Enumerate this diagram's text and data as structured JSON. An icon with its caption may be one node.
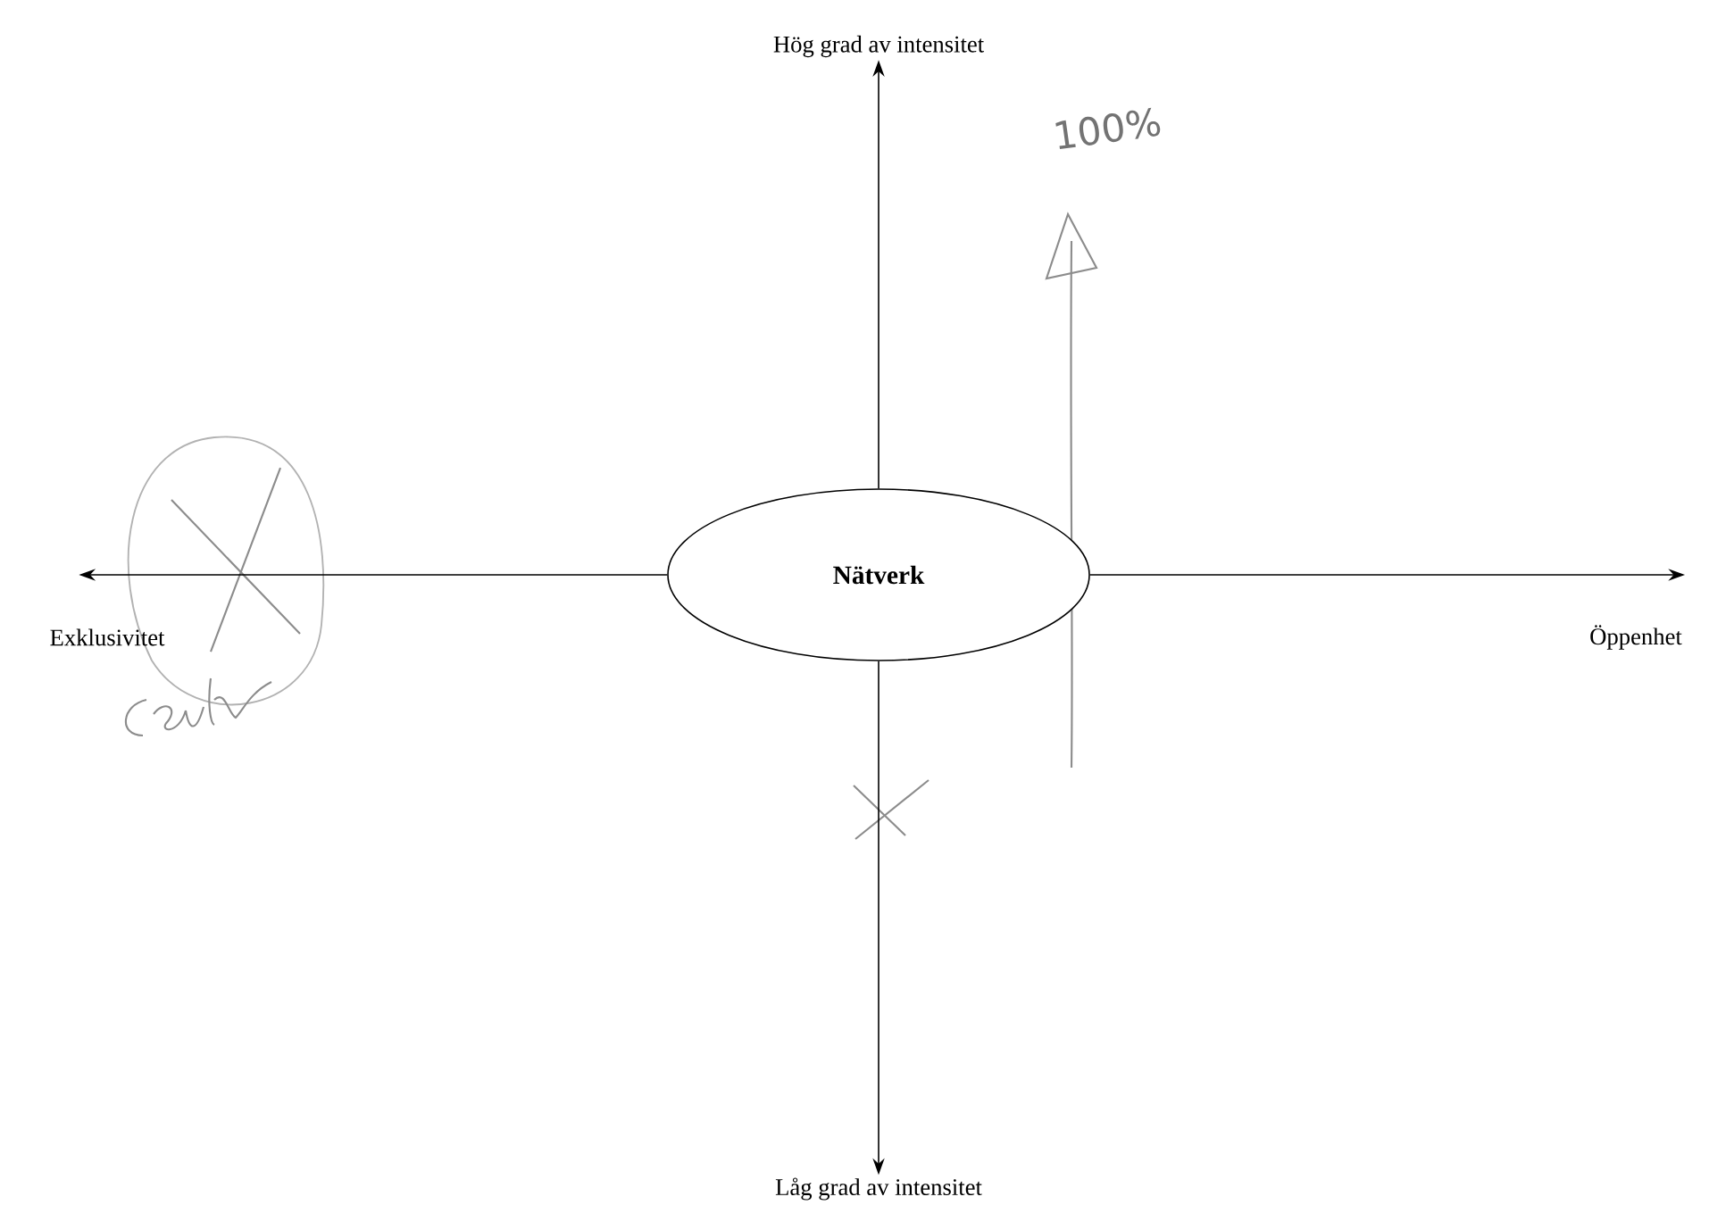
{
  "diagram": {
    "nodes": [
      {
        "text": [
          "Hög grad av intensitet"
        ]
      },
      {
        "text": [
          "Exklusivitet"
        ]
      },
      {
        "text": [
          "Nätverk"
        ]
      },
      {
        "text": [
          "Öppenhet"
        ]
      },
      {
        "text": [
          "Låg grad av intensitet"
        ]
      }
    ],
    "edges": [
      {
        "from": 2,
        "to": 0,
        "arrow": "to"
      },
      {
        "from": 2,
        "to": 1,
        "arrow": "to"
      },
      {
        "from": 2,
        "to": 3,
        "arrow": "to"
      },
      {
        "from": 2,
        "to": 4,
        "arrow": "to"
      }
    ],
    "labels": [
      "100%"
    ]
  }
}
